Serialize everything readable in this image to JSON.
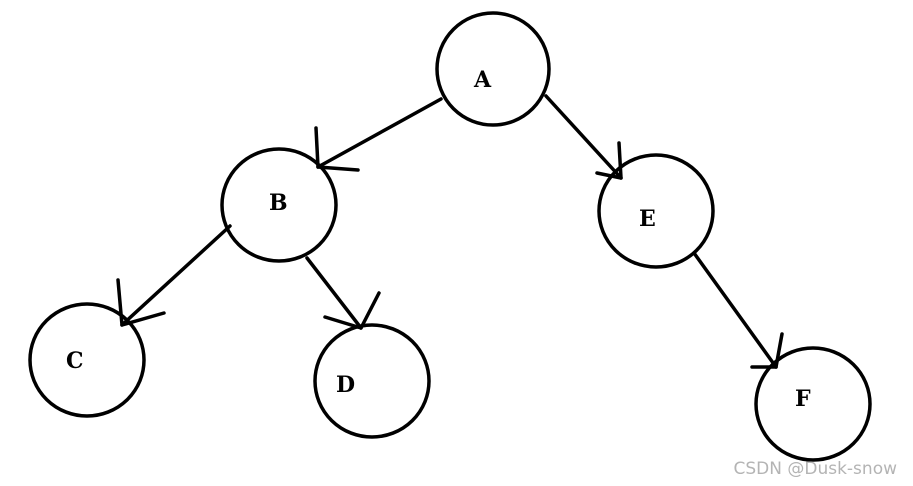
{
  "diagram": {
    "nodes": [
      {
        "id": "A",
        "label": "A"
      },
      {
        "id": "B",
        "label": "B"
      },
      {
        "id": "C",
        "label": "C"
      },
      {
        "id": "D",
        "label": "D"
      },
      {
        "id": "E",
        "label": "E"
      },
      {
        "id": "F",
        "label": "F"
      }
    ],
    "edges": [
      {
        "from": "A",
        "to": "B"
      },
      {
        "from": "A",
        "to": "E"
      },
      {
        "from": "B",
        "to": "C"
      },
      {
        "from": "B",
        "to": "D"
      },
      {
        "from": "E",
        "to": "F"
      }
    ]
  },
  "watermark": "CSDN @Dusk-snow"
}
